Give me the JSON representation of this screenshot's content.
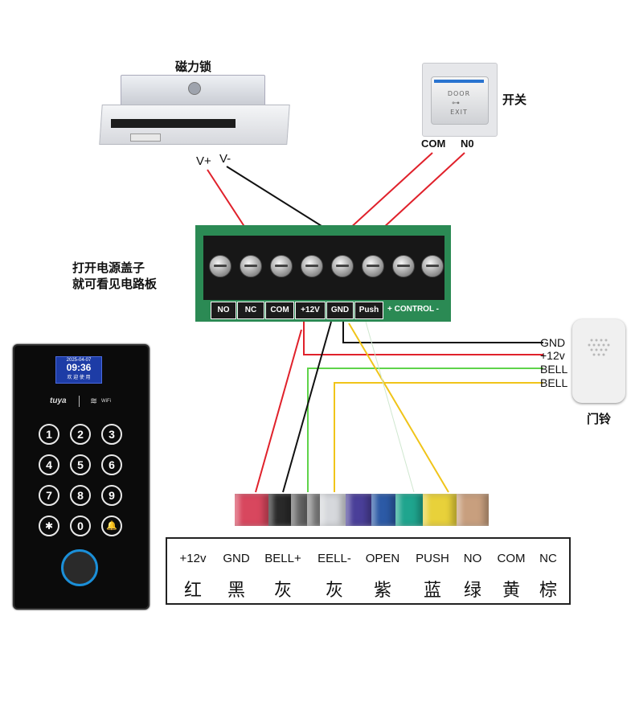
{
  "maglock": {
    "title": "磁力锁",
    "vplus": "V+",
    "vminus": "V-"
  },
  "exit_switch": {
    "title": "开关",
    "com": "COM",
    "no": "N0",
    "door_text": "DOOR",
    "exit_text": "EXIT"
  },
  "terminal": {
    "note_line1": "打开电源盖子",
    "note_line2": "就可看见电路板",
    "labels": [
      "NO",
      "NC",
      "COM",
      "+12V",
      "GND",
      "Push",
      "+ CONTROL -"
    ]
  },
  "doorbell": {
    "title": "门铃",
    "wires": [
      "GND",
      "+12v",
      "BELL",
      "BELL"
    ]
  },
  "keypad": {
    "date": "2025-04-07",
    "time": "09:36",
    "welcome": "欢 迎 使 用",
    "brand": "tuya",
    "wifi": "WiFi",
    "keys": [
      "1",
      "2",
      "3",
      "4",
      "5",
      "6",
      "7",
      "8",
      "9",
      "✱",
      "0",
      "🔔"
    ]
  },
  "wire_colors": {
    "red": "#e0212b",
    "black": "#111111",
    "green": "#5fd34a",
    "yellow": "#f0c419"
  },
  "cable_colors": [
    "#d8475e",
    "#2a2a2a",
    "#6b6b6b",
    "#8a8a8a",
    "#d6d8dc",
    "#4a3f99",
    "#2c5aa6",
    "#1fa58e",
    "#e8d13a",
    "#c89f7e"
  ],
  "table": {
    "signals": [
      "+12v",
      "GND",
      "BELL+",
      "EELL-",
      "OPEN",
      "PUSH",
      "NO",
      "COM",
      "NC"
    ],
    "colors_cn": [
      "红",
      "黑",
      "灰",
      "灰",
      "紫",
      "蓝",
      "绿",
      "黄",
      "棕"
    ]
  }
}
